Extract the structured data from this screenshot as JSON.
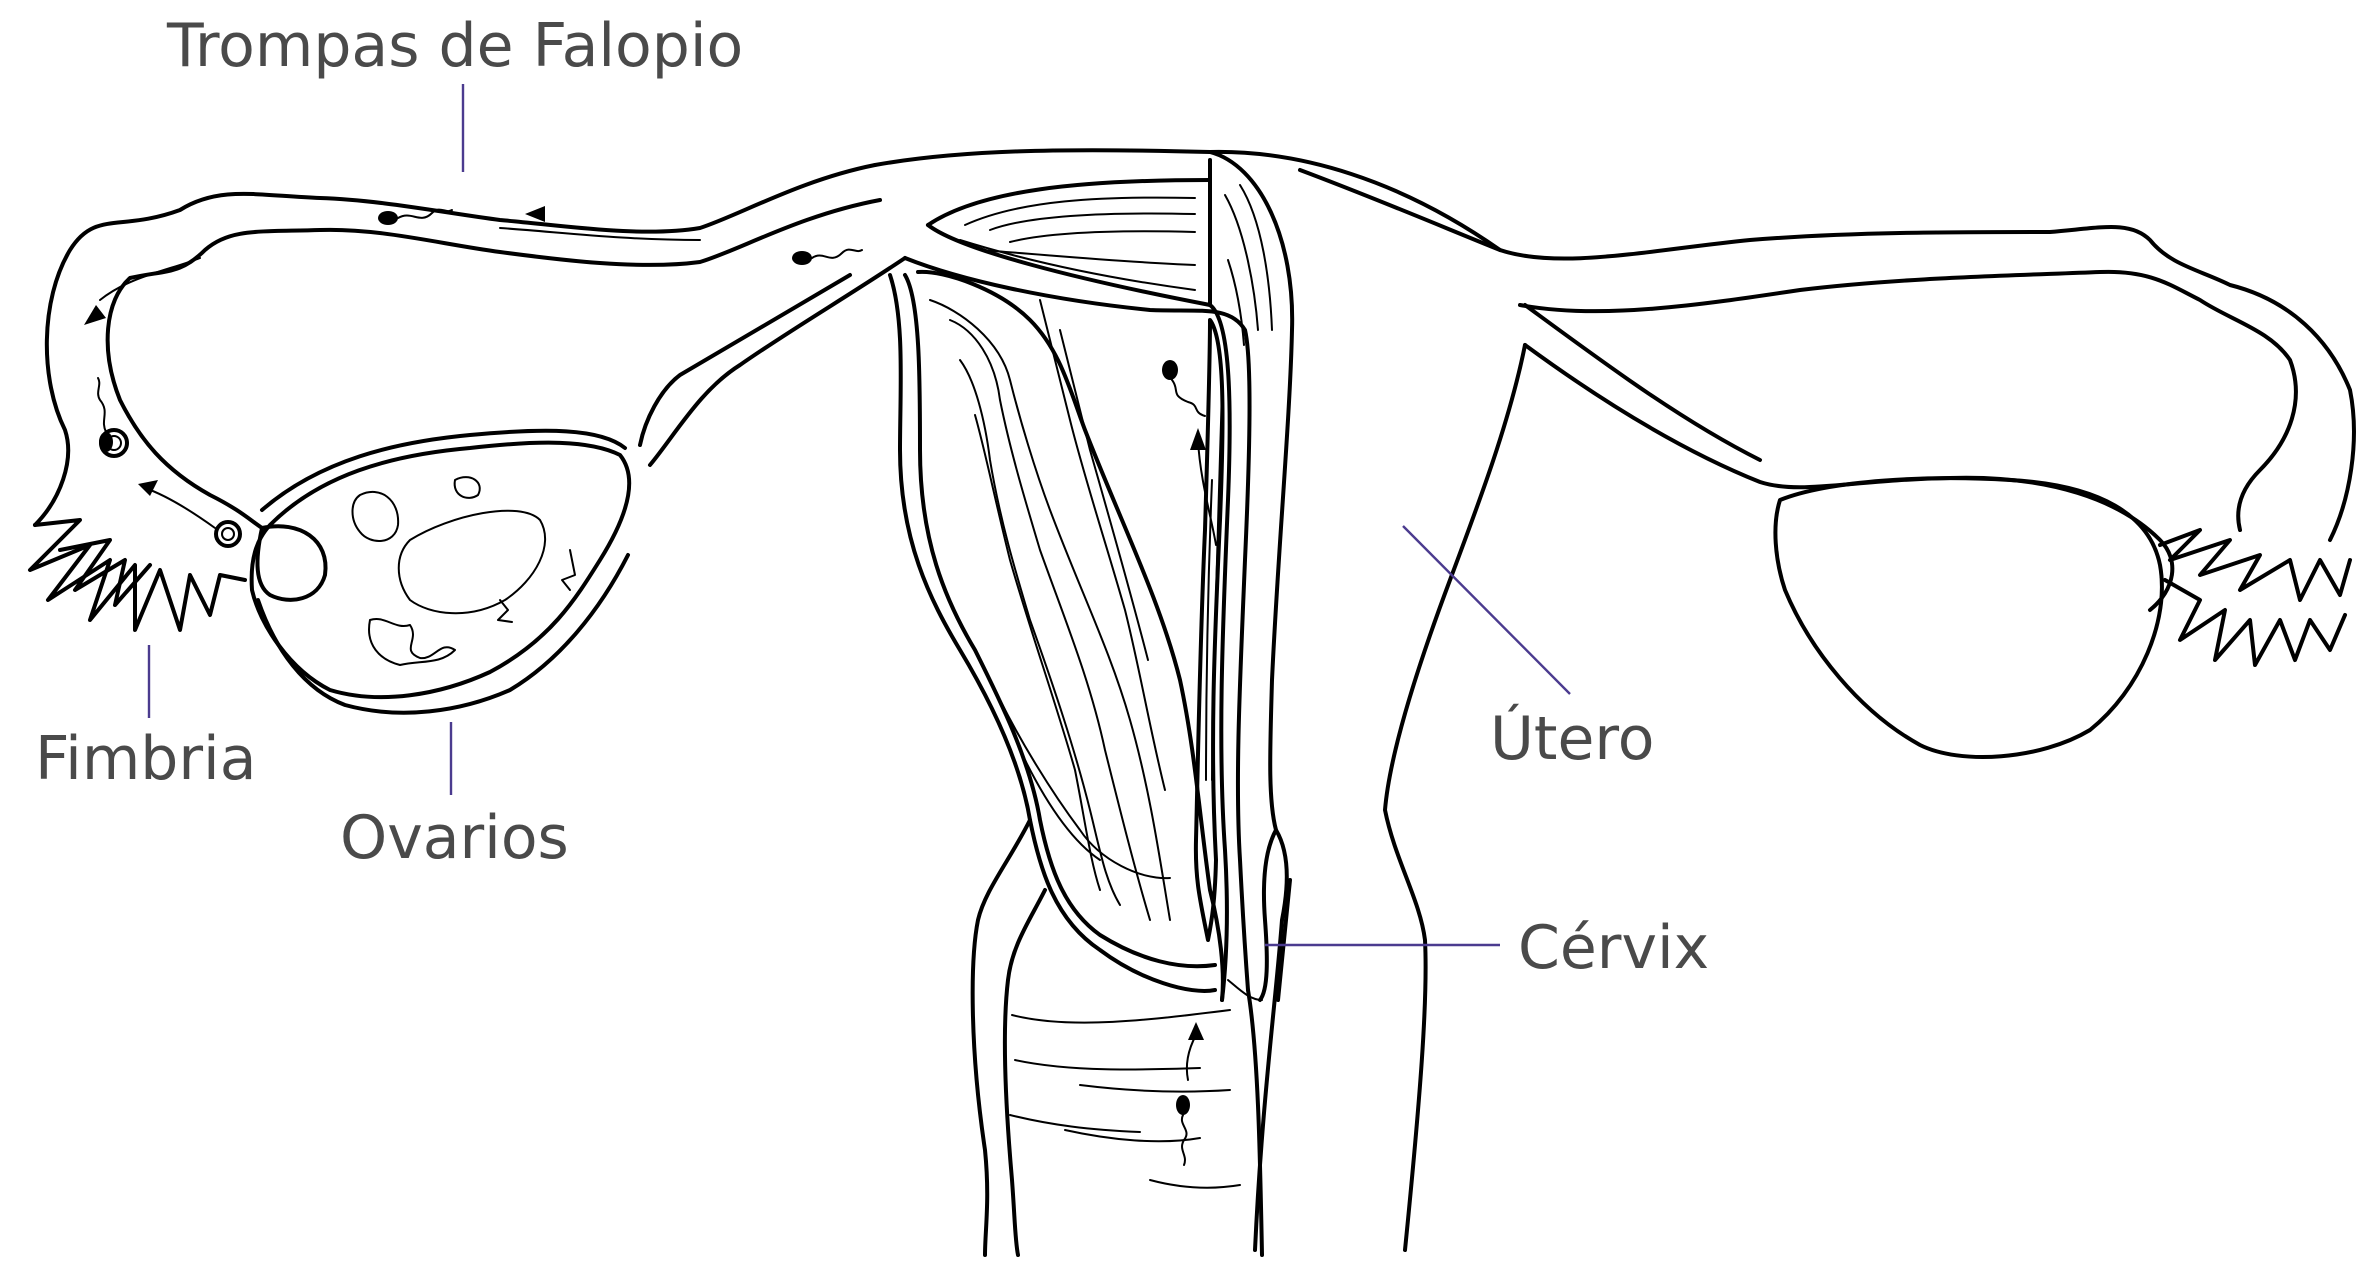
{
  "labels": {
    "fallopian_tubes": "Trompas de Falopio",
    "fimbria": "Fimbria",
    "ovaries": "Ovarios",
    "uterus": "Útero",
    "cervix": "Cérvix"
  },
  "colors": {
    "leader_line": "#4b3b8f",
    "label_text": "#4a4a4a",
    "outline": "#000000"
  }
}
